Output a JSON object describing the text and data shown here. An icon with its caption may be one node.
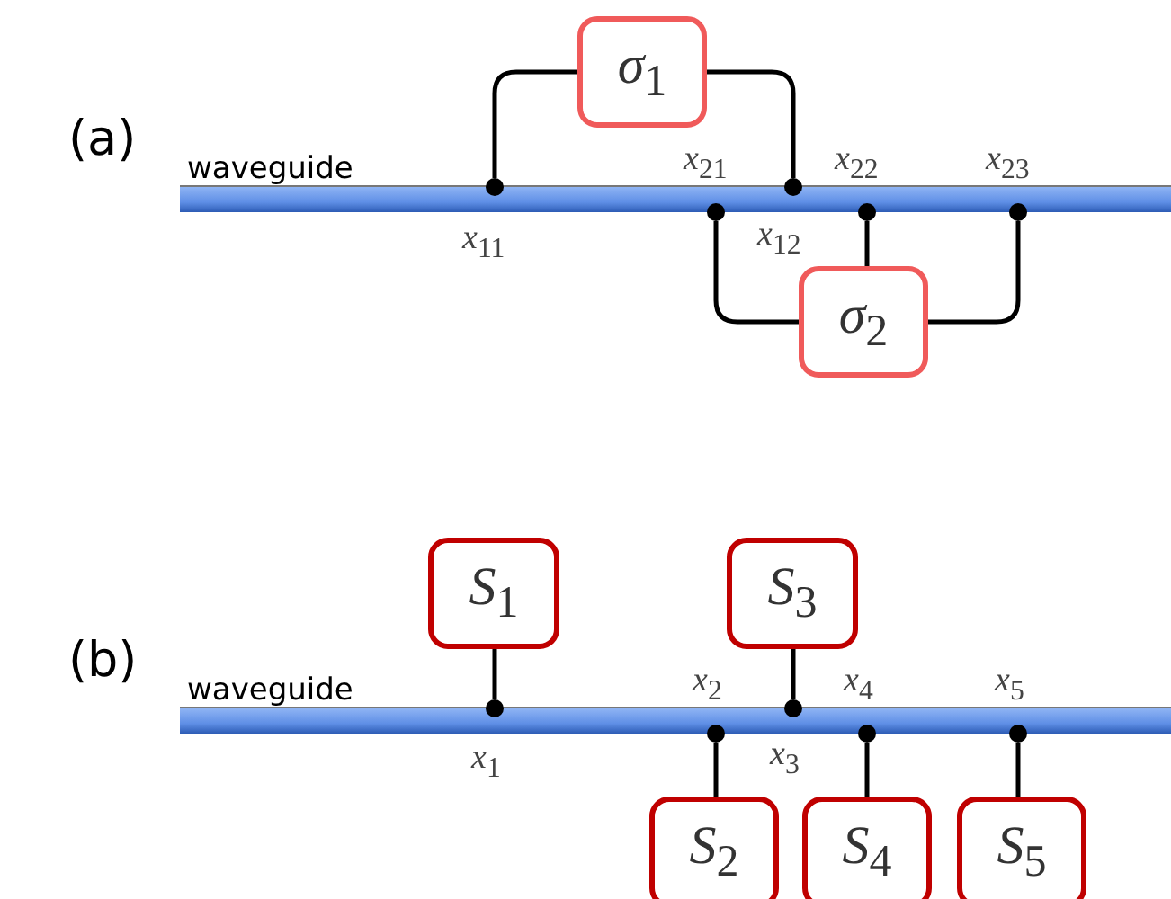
{
  "diagram": {
    "nodes": [
      {
        "text": [
          "*σ*$_{1}$"
        ]
      },
      {
        "text": [
          "waveguide"
        ]
      },
      {
        "text": [],
        "shape": "circle",
        "beside": [
          "*x*$_{11}$"
        ]
      },
      {
        "text": [],
        "shape": "circle",
        "beside": [
          "*x*$_{21}$"
        ]
      },
      {
        "text": [],
        "shape": "circle",
        "beside": [
          "*x*$_{12}$"
        ]
      },
      {
        "text": [],
        "shape": "circle",
        "beside": [
          "*x*$_{22}$"
        ]
      },
      {
        "text": [],
        "shape": "circle",
        "beside": [
          "*x*$_{23}$"
        ]
      },
      {
        "text": [
          "*σ*$_{2}$"
        ]
      },
      {
        "text": [
          "*S*$_{1}$"
        ]
      },
      {
        "text": [
          "*S*$_{3}$"
        ]
      },
      {
        "text": [
          "waveguide"
        ]
      },
      {
        "text": [],
        "shape": "circle",
        "beside": [
          "*x*$_{1}$"
        ]
      },
      {
        "text": [],
        "shape": "circle",
        "beside": [
          "*x*$_{2}$"
        ]
      },
      {
        "text": [],
        "shape": "circle",
        "beside": [
          "*x*$_{3}$"
        ]
      },
      {
        "text": [],
        "shape": "circle",
        "beside": [
          "*x*$_{4}$"
        ]
      },
      {
        "text": [],
        "shape": "circle",
        "beside": [
          "*x*$_{5}$"
        ]
      },
      {
        "text": [
          "*S*$_{2}$"
        ]
      },
      {
        "text": [
          "*S*$_{4}$"
        ]
      },
      {
        "text": [
          "*S*$_{5}$"
        ]
      }
    ],
    "edges": [
      {
        "from": 0,
        "to": 2,
        "arrow": "none"
      },
      {
        "from": 0,
        "to": 4,
        "arrow": "none"
      },
      {
        "from": 7,
        "to": 3,
        "arrow": "none"
      },
      {
        "from": 7,
        "to": 5,
        "arrow": "none"
      },
      {
        "from": 7,
        "to": 6,
        "arrow": "none"
      },
      {
        "from": 8,
        "to": 11,
        "arrow": "none"
      },
      {
        "from": 9,
        "to": 13,
        "arrow": "none"
      },
      {
        "from": 16,
        "to": 12,
        "arrow": "none"
      },
      {
        "from": 17,
        "to": 14,
        "arrow": "none"
      },
      {
        "from": 18,
        "to": 15,
        "arrow": "none"
      }
    ],
    "labels": [
      "(a)",
      "(b)"
    ]
  }
}
